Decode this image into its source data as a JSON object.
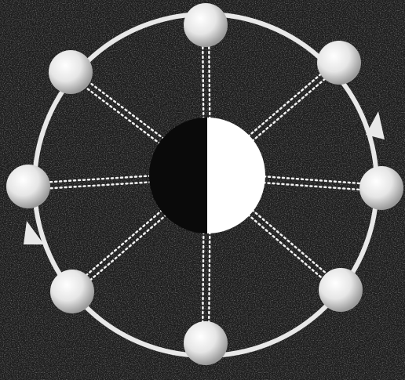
{
  "diagram": {
    "kind": "orbit-illustration",
    "description_visible_text": "",
    "central_body": {
      "icon": "half-lit-sphere",
      "lit_side": "right",
      "colors": {
        "lit": "#ffffff",
        "dark": "#0a0a0a"
      }
    },
    "orbit": {
      "color": "#e8e8e8",
      "direction": "counterclockwise",
      "arrow_count": 2
    },
    "orbiting_bodies": {
      "count": 8,
      "color": "#efefef",
      "connector_style": "dotted",
      "connector_color": "#f2f2f2"
    },
    "background": {
      "color": "#1c1c1c",
      "texture": "speckled-noise"
    }
  }
}
